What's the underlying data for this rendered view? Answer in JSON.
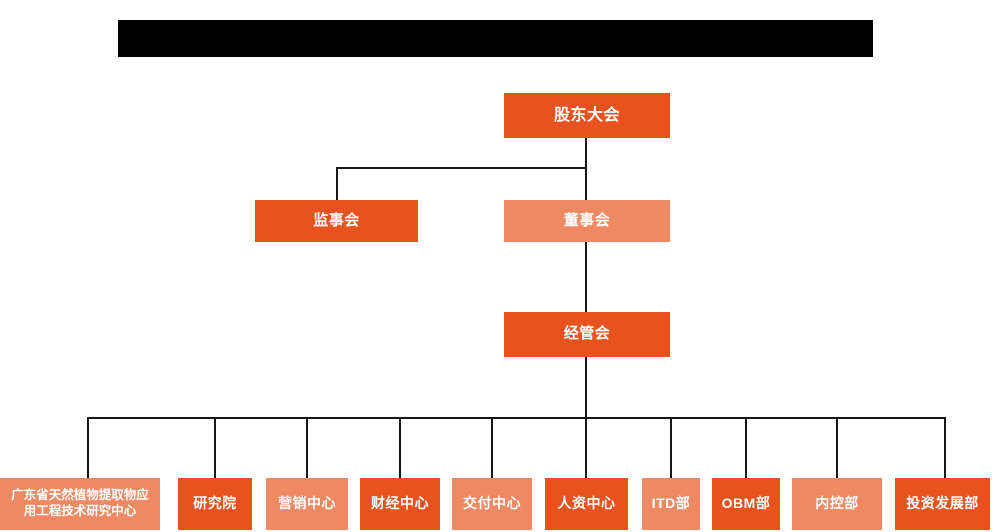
{
  "banner": {
    "name": "redacted-title-banner",
    "text": "",
    "color": "#000000"
  },
  "palette": {
    "dark_orange": "#E8521E",
    "light_orange": "#EE8964",
    "line": "#161616",
    "text": "#FFFFFF",
    "background": "#FFFFFF"
  },
  "chart_title": "",
  "org_chart": {
    "type": "org-chart",
    "levels": [
      {
        "level": 1,
        "nodes": [
          {
            "id": "shareholders",
            "label": "股东大会",
            "tone": "dark"
          }
        ]
      },
      {
        "level": 2,
        "nodes": [
          {
            "id": "supervisors",
            "label": "监事会",
            "tone": "dark"
          },
          {
            "id": "directors",
            "label": "董事会",
            "tone": "light"
          }
        ]
      },
      {
        "level": 3,
        "nodes": [
          {
            "id": "management-committee",
            "label": "经管会",
            "tone": "dark"
          }
        ]
      },
      {
        "level": 4,
        "nodes": [
          {
            "id": "gd-research-center",
            "label": "广东省天然植物提取物应用工程技术研究中心",
            "line1": "广东省天然植物提取物应",
            "line2": "用工程技术研究中心",
            "tone": "light"
          },
          {
            "id": "research-institute",
            "label": "研究院",
            "tone": "dark"
          },
          {
            "id": "marketing-center",
            "label": "营销中心",
            "tone": "light"
          },
          {
            "id": "finance-center",
            "label": "财经中心",
            "tone": "dark"
          },
          {
            "id": "delivery-center",
            "label": "交付中心",
            "tone": "light"
          },
          {
            "id": "hr-center",
            "label": "人资中心",
            "tone": "dark"
          },
          {
            "id": "itd-dept",
            "label": "ITD部",
            "tone": "light"
          },
          {
            "id": "obm-dept",
            "label": "OBM部",
            "tone": "dark"
          },
          {
            "id": "internal-control-dept",
            "label": "内控部",
            "tone": "light"
          },
          {
            "id": "investment-development-dept",
            "label": "投资发展部",
            "tone": "dark"
          }
        ]
      }
    ],
    "edges": [
      {
        "from": "shareholders",
        "to": "supervisors"
      },
      {
        "from": "shareholders",
        "to": "directors"
      },
      {
        "from": "directors",
        "to": "management-committee"
      },
      {
        "from": "management-committee",
        "to": "gd-research-center"
      },
      {
        "from": "management-committee",
        "to": "research-institute"
      },
      {
        "from": "management-committee",
        "to": "marketing-center"
      },
      {
        "from": "management-committee",
        "to": "finance-center"
      },
      {
        "from": "management-committee",
        "to": "delivery-center"
      },
      {
        "from": "management-committee",
        "to": "hr-center"
      },
      {
        "from": "management-committee",
        "to": "itd-dept"
      },
      {
        "from": "management-committee",
        "to": "obm-dept"
      },
      {
        "from": "management-committee",
        "to": "internal-control-dept"
      },
      {
        "from": "management-committee",
        "to": "investment-development-dept"
      }
    ]
  }
}
